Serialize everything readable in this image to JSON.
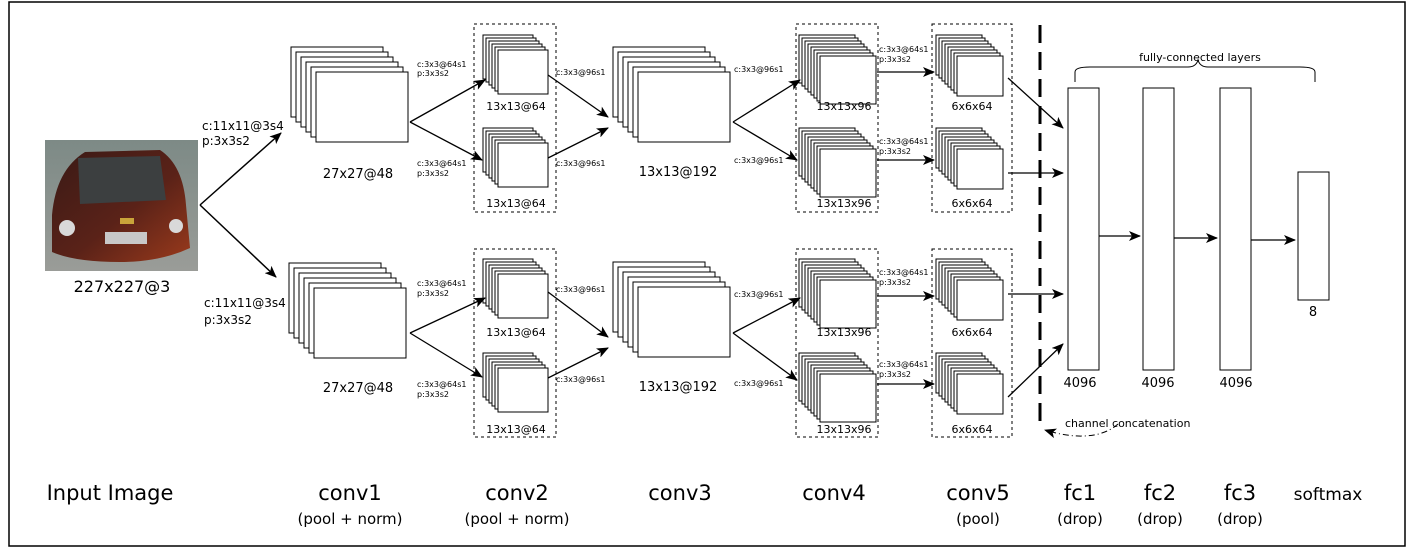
{
  "input": {
    "size_label": "227x227@3"
  },
  "top": {
    "conv1_op": [
      "c:11x11@3s4",
      "p:3x3s2"
    ],
    "conv1_size": "27x27@48",
    "conv2_op_a": [
      "c:3x3@64s1",
      "p:3x3s2"
    ],
    "conv2_op_b": [
      "c:3x3@64s1",
      "p:3x3s2"
    ],
    "conv2_size_a": "13x13@64",
    "conv2_size_b": "13x13@64",
    "conv3_op_a": "c:3x3@96s1",
    "conv3_op_b": "c:3x3@96s1",
    "conv3_size": "13x13@192",
    "conv4_op_a": "c:3x3@96s1",
    "conv4_op_b": "c:3x3@96s1",
    "conv4_size_a": "13x13x96",
    "conv4_size_b": "13x13x96",
    "conv5_op_a": [
      "c:3x3@64s1",
      "p:3x3s2"
    ],
    "conv5_op_b": [
      "c:3x3@64s1",
      "p:3x3s2"
    ],
    "conv5_size_a": "6x6x64",
    "conv5_size_b": "6x6x64"
  },
  "bottom": {
    "conv1_op": [
      "c:11x11@3s4",
      "p:3x3s2"
    ],
    "conv1_size": "27x27@48",
    "conv2_op_a": [
      "c:3x3@64s1",
      "p:3x3s2"
    ],
    "conv2_op_b": [
      "c:3x3@64s1",
      "p:3x3s2"
    ],
    "conv2_size_a": "13x13@64",
    "conv2_size_b": "13x13@64",
    "conv3_op_a": "c:3x3@96s1",
    "conv3_op_b": "c:3x3@96s1",
    "conv3_size": "13x13@192",
    "conv4_op_a": "c:3x3@96s1",
    "conv4_op_b": "c:3x3@96s1",
    "conv4_size_a": "13x13x96",
    "conv4_size_b": "13x13x96",
    "conv5_op_a": [
      "c:3x3@64s1",
      "p:3x3s2"
    ],
    "conv5_op_b": [
      "c:3x3@64s1",
      "p:3x3s2"
    ],
    "conv5_size_a": "6x6x64",
    "conv5_size_b": "6x6x64"
  },
  "fc": {
    "group_label": "fully-connected layers",
    "fc1_units": "4096",
    "fc2_units": "4096",
    "fc3_units": "4096",
    "softmax_units": "8",
    "concat_label": "channel concatenation"
  },
  "stages": {
    "input": "Input Image",
    "conv1": "conv1",
    "conv1_sub": "(pool + norm)",
    "conv2": "conv2",
    "conv2_sub": "(pool + norm)",
    "conv3": "conv3",
    "conv4": "conv4",
    "conv5": "conv5",
    "conv5_sub": "(pool)",
    "fc1": "fc1",
    "fc1_sub": "(drop)",
    "fc2": "fc2",
    "fc2_sub": "(drop)",
    "fc3": "fc3",
    "fc3_sub": "(drop)",
    "softmax": "softmax"
  }
}
